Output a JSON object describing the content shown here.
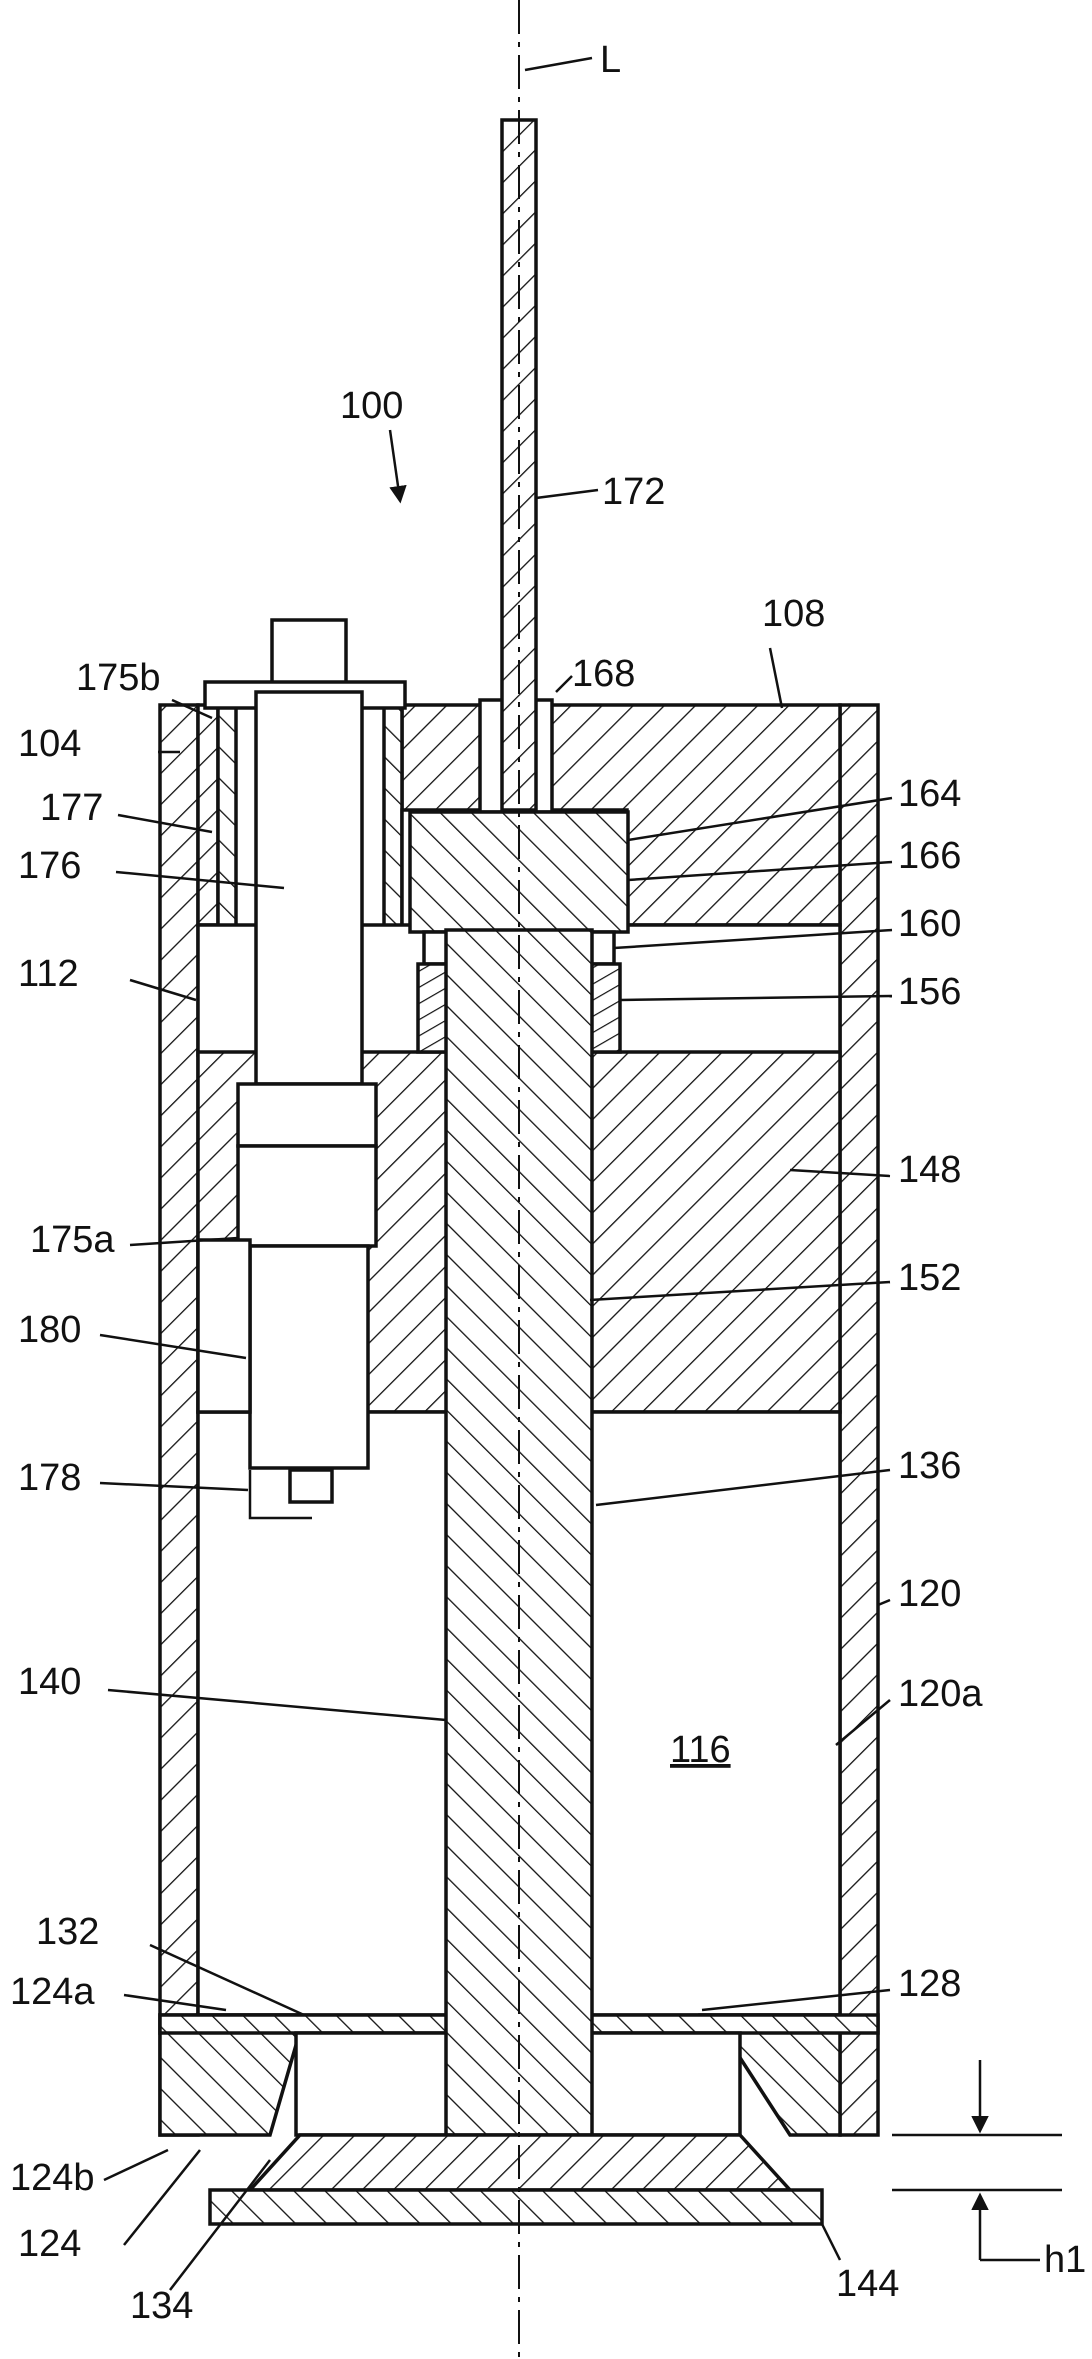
{
  "figure": {
    "labels": {
      "axis": "L",
      "assembly": "100",
      "rod": "172",
      "cap": "108",
      "cap_recess": "168",
      "wall_left": "104",
      "flange_top": "175b",
      "sleeve": "177",
      "valve": "176",
      "left_bore": "112",
      "flange_lower": "175a",
      "guide_bore": "180",
      "bracket": "178",
      "plug": "164",
      "plug_face": "166",
      "rod_collar": "160",
      "spring": "156",
      "piston": "148",
      "piston_bore": "152",
      "shaft_face": "136",
      "wall_right": "120",
      "wall_inner": "120a",
      "chamber": "116",
      "shaft": "140",
      "seat_right": "128",
      "seat_left": "132",
      "base_top": "124a",
      "base_bottom": "124b",
      "base": "124",
      "lip": "134",
      "foot": "144",
      "gap": "h1"
    }
  }
}
